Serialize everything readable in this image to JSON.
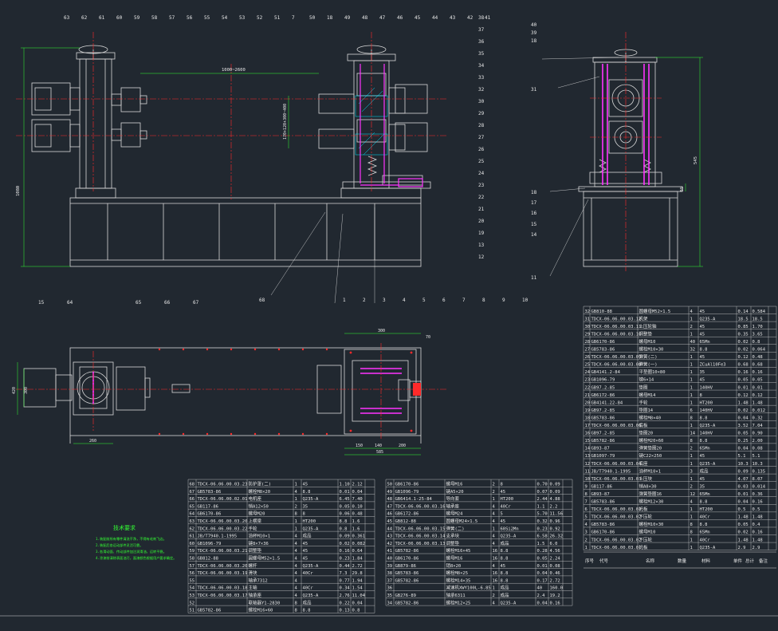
{
  "colors": {
    "background": "#212830",
    "line": "#d9d9d9",
    "red": "#ff2a2a",
    "magenta": "#ff33ff",
    "green": "#33ff33",
    "cyan": "#00e5ff",
    "yellow": "#ffff33"
  },
  "callouts": {
    "front_top": [
      "63",
      "62",
      "61",
      "60",
      "59",
      "58",
      "57",
      "56",
      "55",
      "54",
      "53",
      "52",
      "51",
      "7",
      "50",
      "18",
      "49",
      "48",
      "47",
      "46",
      "45",
      "44",
      "43",
      "42",
      "41"
    ],
    "front_right": [
      "38",
      "37",
      "36",
      "35",
      "34",
      "33",
      "32",
      "30",
      "29",
      "28",
      "27",
      "26",
      "25",
      "24",
      "23",
      "22",
      "21",
      "20",
      "19",
      "13",
      "12"
    ],
    "front_bottom": [
      "68",
      "1",
      "2",
      "3",
      "4",
      "5",
      "6",
      "7",
      "8",
      "9",
      "10"
    ],
    "plan_top": [
      "15",
      "64",
      "65",
      "66",
      "67"
    ],
    "side_top": [
      "40",
      "39",
      "18"
    ],
    "side_left": [
      "31",
      "18",
      "17",
      "16",
      "15",
      "14",
      "11"
    ]
  },
  "dimensions": {
    "front_height": "1080",
    "front_width": "1000~2600",
    "front_rib": "170+120+300~400",
    "side_height": "545",
    "side_gap": "55",
    "plan_left_height1": "420",
    "plan_left_height2": "300",
    "plan_left_width": "260",
    "plan_right_width": "585",
    "plan_top_a": "300",
    "plan_top_b": "70",
    "plan_bottom_a": "150",
    "plan_bottom_b": "140",
    "plan_bottom_c": "200"
  },
  "notes": {
    "title": "技术要求",
    "lines": [
      "1.装配前所有零件清洗干净，不得有毛刺飞边。",
      "2.装配后各运动部件灵活可靠。",
      "3.各滑动面、传动部件加注润滑油，运转平稳。",
      "4.涂漆前清除表面油污，面漆颜色根据用户要求确定。"
    ]
  },
  "table_left_a": [
    [
      "68",
      "TDCX-06.06.00.03.23",
      "防护罩(二)",
      "1",
      "45",
      "1.10",
      "2.12",
      ""
    ],
    [
      "67",
      "GB5783-86",
      "螺栓M8×20",
      "4",
      "8.8",
      "0.01",
      "0.04",
      ""
    ],
    [
      "66",
      "TDCX-06.06.00.02.01",
      "电机座",
      "1",
      "Q235-A",
      "6.45",
      "7.40",
      ""
    ],
    [
      "65",
      "GB117-86",
      "销A12×50",
      "2",
      "35",
      "0.05",
      "0.10",
      ""
    ],
    [
      "64",
      "GB6170-86",
      "螺母M20",
      "8",
      "8",
      "0.06",
      "0.48",
      ""
    ],
    [
      "63",
      "TDCX-06.06.00.03.20",
      "上横梁",
      "1",
      "HT200",
      "8.8",
      "1.6",
      ""
    ],
    [
      "62",
      "TDCX-06.06.00.03.22",
      "手轮",
      "1",
      "Q235-A",
      "0.8",
      "1.6",
      ""
    ],
    [
      "61",
      "JB/T7940.1-1995",
      "油杯M10×1",
      "4",
      "成品",
      "0.09",
      "0.361",
      ""
    ],
    [
      "60",
      "GB1096-79",
      "键8×7×36",
      "4",
      "45",
      "0.02",
      "0.082",
      ""
    ],
    [
      "59",
      "TDCX-06.06.00.03.21",
      "调整垫",
      "4",
      "45",
      "0.16",
      "0.64",
      ""
    ],
    [
      "58",
      "GB812-88",
      "圆螺母M52×1.5",
      "4",
      "45",
      "0.23",
      "1.84",
      ""
    ],
    [
      "57",
      "TDCX-06.06.00.03.20",
      "螺杆",
      "4",
      "Q235-A",
      "0.44",
      "2.72",
      ""
    ],
    [
      "56",
      "TDCX-06.06.00.03.19",
      "滑块",
      "4",
      "40Cr",
      "7.3",
      "29.8",
      ""
    ],
    [
      "55",
      "",
      "轴承7312",
      "4",
      "",
      "0.77",
      "1.94",
      ""
    ],
    [
      "54",
      "TDCX-06.06.00.03.18",
      "主轴",
      "4",
      "40Cr",
      "0.34",
      "1.54",
      ""
    ],
    [
      "53",
      "TDCX-06.06.00.03.17",
      "轴承座",
      "4",
      "Q235-A",
      "2.76",
      "11.04",
      ""
    ],
    [
      "52",
      "",
      "联轴器Y1-2830",
      "8",
      "成品",
      "0.22",
      "0.04",
      ""
    ],
    [
      "51",
      "GB5782-86",
      "螺栓M16×60",
      "8",
      "8.8",
      "0.13",
      "0.8",
      ""
    ]
  ],
  "table_left_b": [
    [
      "50",
      "GB6170-86",
      "螺母M16",
      "2",
      "8",
      "0.70",
      "0.09",
      ""
    ],
    [
      "49",
      "GB1096-79",
      "键A5×20",
      "2",
      "45",
      "0.07",
      "0.09",
      ""
    ],
    [
      "48",
      "GB6414.1-25-84",
      "导向套",
      "1",
      "HT200",
      "2.44",
      "4.88",
      ""
    ],
    [
      "47",
      "TDCX-06.06.00.03.16",
      "轴承座",
      "4",
      "40Cr",
      "1.1",
      "2.2",
      ""
    ],
    [
      "46",
      "GB6172-86",
      "螺母M24",
      "4",
      "5",
      "5.70",
      "11.56",
      ""
    ],
    [
      "45",
      "GB812-88",
      "圆螺母M24×1.5",
      "4",
      "45",
      "0.32",
      "0.96",
      ""
    ],
    [
      "44",
      "TDCX-06.06.00.03.15",
      "弹簧(二)",
      "1",
      "60Si2Mn",
      "0.23",
      "0.92",
      ""
    ],
    [
      "43",
      "TDCX-06.06.00.03.14",
      "支承块",
      "4",
      "Q235-A",
      "6.58",
      "26.32",
      ""
    ],
    [
      "42",
      "TDCX-06.06.00.03.13",
      "调整垫",
      "4",
      "成品",
      "1.5",
      "6.0",
      ""
    ],
    [
      "41",
      "GB5782-86",
      "螺栓M16×45",
      "16",
      "8.8",
      "0.28",
      "4.56",
      ""
    ],
    [
      "40",
      "GB6170-86",
      "螺母M16",
      "16",
      "8.8",
      "0.05",
      "2.24",
      ""
    ],
    [
      "39",
      "GB879-86",
      "销8×20",
      "4",
      "45",
      "0.01",
      "0.08",
      ""
    ],
    [
      "38",
      "GB5783-86",
      "螺栓M8×25",
      "16",
      "8.8",
      "0.04",
      "0.46",
      ""
    ],
    [
      "37",
      "GB5782-86",
      "螺栓M14×35",
      "16",
      "8.8",
      "0.17",
      "2.72",
      ""
    ],
    [
      "36",
      "",
      "减速机XWY100L-6.85",
      "1",
      "成品",
      "40",
      "160.0",
      ""
    ],
    [
      "35",
      "GB276-89",
      "轴承6311",
      "2",
      "成品",
      "2.4",
      "19.2",
      ""
    ],
    [
      "34",
      "GB5782-86",
      "螺栓M12×25",
      "4",
      "Q235-A",
      "0.04",
      "0.16",
      ""
    ]
  ],
  "table_right": [
    [
      "32",
      "GB810-88",
      "圆螺母M52×1.5",
      "4",
      "45",
      "0.14",
      "0.584",
      ""
    ],
    [
      "31",
      "TDCX-06.06.00.03.12",
      "机架",
      "1",
      "Q235-A",
      "18.5",
      "18.5",
      ""
    ],
    [
      "30",
      "TDCX-06.06.00.03.11",
      "上压轮轴",
      "2",
      "45",
      "0.85",
      "1.70",
      ""
    ],
    [
      "29",
      "TDCX-06.06.00.03.10",
      "调整垫",
      "1",
      "45",
      "0.35",
      "3.65",
      ""
    ],
    [
      "28",
      "GB6170-86",
      "螺母M10",
      "40",
      "65Mn",
      "0.02",
      "0.8",
      ""
    ],
    [
      "27",
      "GB5783-86",
      "螺栓M10×30",
      "32",
      "8.8",
      "0.02",
      "0.064",
      ""
    ],
    [
      "26",
      "TDCX-06.06.00.03.09",
      "弹簧(二)",
      "1",
      "45",
      "0.12",
      "0.48",
      ""
    ],
    [
      "25",
      "TDCX-06.06.00.03.08",
      "弹簧(一)",
      "1",
      "ZCuAl10Fe3",
      "0.68",
      "0.68",
      ""
    ],
    [
      "24",
      "GB4141.2-84",
      "平垫圈10×80",
      "1",
      "35",
      "0.16",
      "0.16",
      ""
    ],
    [
      "23",
      "GB1096-79",
      "键6×14",
      "1",
      "45",
      "0.05",
      "0.05",
      ""
    ],
    [
      "22",
      "GB97.2-85",
      "垫圈",
      "1",
      "140HV",
      "0.01",
      "0.01",
      ""
    ],
    [
      "21",
      "GB6172-86",
      "螺母M14",
      "1",
      "8",
      "0.12",
      "0.12",
      ""
    ],
    [
      "20",
      "GB4141.22-84",
      "手轮",
      "1",
      "HT200",
      "1.48",
      "1.48",
      ""
    ],
    [
      "19",
      "GB97.2-85",
      "垫圈14",
      "6",
      "140HV",
      "0.02",
      "0.012",
      ""
    ],
    [
      "18",
      "GB5783-86",
      "螺栓M8×40",
      "8",
      "8.8",
      "0.04",
      "0.32",
      ""
    ],
    [
      "17",
      "TDCX-06.06.00.03.06",
      "底板",
      "1",
      "Q235-A",
      "3.52",
      "7.04",
      ""
    ],
    [
      "16",
      "GB97.2-85",
      "垫圈20",
      "14",
      "140HV",
      "0.05",
      "0.90",
      ""
    ],
    [
      "15",
      "GB5782-86",
      "螺栓M20×60",
      "8",
      "8.8",
      "0.25",
      "2.00",
      ""
    ],
    [
      "14",
      "GB93-87",
      "弹簧垫圈20",
      "2",
      "65Mn",
      "0.04",
      "0.08",
      ""
    ],
    [
      "13",
      "GB1097-79",
      "键C22×250",
      "1",
      "45",
      "5.1",
      "5.1",
      ""
    ],
    [
      "12",
      "TDCX-06.06.00.03.04",
      "底座",
      "1",
      "Q235-A",
      "10.3",
      "10.3",
      ""
    ],
    [
      "11",
      "JB/T7940.1-1995",
      "油杯M10×1",
      "3",
      "成品",
      "0.09",
      "0.135",
      ""
    ],
    [
      "10",
      "TDCX-06.06.00.03.03",
      "上压块",
      "1",
      "45",
      "4.07",
      "8.07",
      ""
    ],
    [
      "9",
      "GB117-86",
      "销A8×30",
      "2",
      "35",
      "0.03",
      "0.014",
      ""
    ],
    [
      "8",
      "GB93-87",
      "弹簧垫圈16",
      "12",
      "65Mn",
      "0.01",
      "0.36",
      ""
    ],
    [
      "7",
      "GB5783-86",
      "螺栓M12×30",
      "4",
      "8.8",
      "0.04",
      "0.16",
      ""
    ],
    [
      "6",
      "TDCX-06.06.00.03.03",
      "托板",
      "1",
      "HT200",
      "0.5",
      "0.5",
      ""
    ],
    [
      "5",
      "TDCX-06.06.00.03.02",
      "下压轮",
      "1",
      "40Cr",
      "1.48",
      "1.48",
      ""
    ],
    [
      "4",
      "GB5783-86",
      "螺栓M10×30",
      "8",
      "8.8",
      "0.05",
      "0.4",
      ""
    ],
    [
      "3",
      "GB6170-86",
      "螺母M10",
      "8",
      "65Mn",
      "0.02",
      "0.16",
      ""
    ],
    [
      "2",
      "TDCX-06.06.00.03.02",
      "下压轮",
      "1",
      "40Cr",
      "1.48",
      "1.48",
      ""
    ],
    [
      "1",
      "TDCX-06.06.00.03.01",
      "托板",
      "1",
      "Q235-A",
      "2.9",
      "2.9",
      ""
    ]
  ],
  "table_header": [
    "序号",
    "代号",
    "名称",
    "数量",
    "材料",
    "单件",
    "总计",
    "备注"
  ]
}
